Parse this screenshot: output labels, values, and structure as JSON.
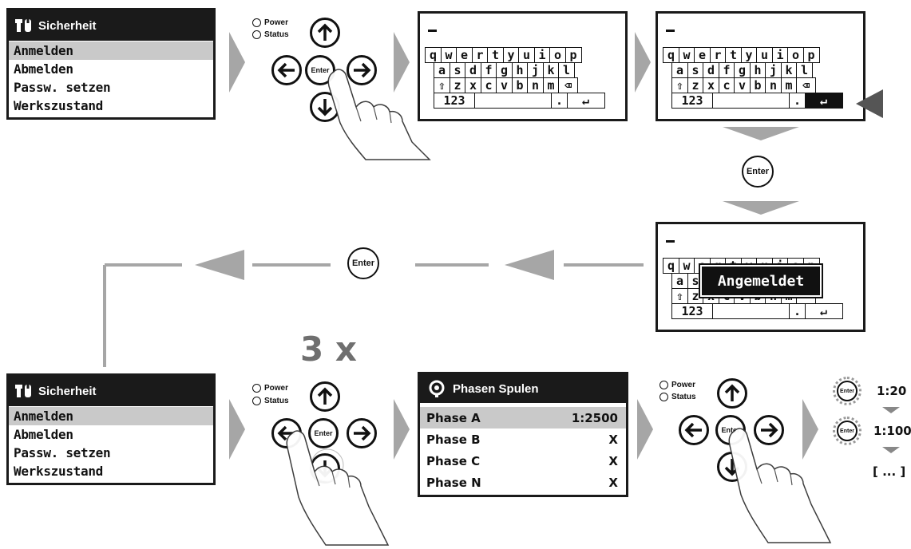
{
  "menu": {
    "title": "Sicherheit",
    "items": [
      "Anmelden",
      "Abmelden",
      "Passw. setzen",
      "Werkszustand"
    ]
  },
  "keypad": {
    "power_label": "Power",
    "status_label": "Status",
    "enter_label": "Enter"
  },
  "keyboard": {
    "row1": [
      "q",
      "w",
      "e",
      "r",
      "t",
      "y",
      "u",
      "i",
      "o",
      "p"
    ],
    "row2": [
      "a",
      "s",
      "d",
      "f",
      "g",
      "h",
      "j",
      "k",
      "l"
    ],
    "row3": [
      "⇧",
      "z",
      "x",
      "c",
      "v",
      "b",
      "n",
      "m",
      "⌫"
    ],
    "num_label": "123",
    "dot_label": ".",
    "return_label": "↵"
  },
  "steps": {
    "enter_label": "Enter",
    "notice": "Angemeldet",
    "repeat": "3 x"
  },
  "phase_screen": {
    "title": "Phasen Spulen",
    "rows": [
      {
        "name": "Phase A",
        "value": "1:2500"
      },
      {
        "name": "Phase B",
        "value": "X"
      },
      {
        "name": "Phase C",
        "value": "X"
      },
      {
        "name": "Phase N",
        "value": "X"
      }
    ]
  },
  "ratios": {
    "enter_label": "Enter",
    "first": "1:20",
    "second": "1:100",
    "more": "[ ... ]"
  },
  "colors": {
    "screen_header": "#1a1a1a",
    "selection": "#c9c9c9",
    "arrow_gray": "#a6a6a6"
  }
}
